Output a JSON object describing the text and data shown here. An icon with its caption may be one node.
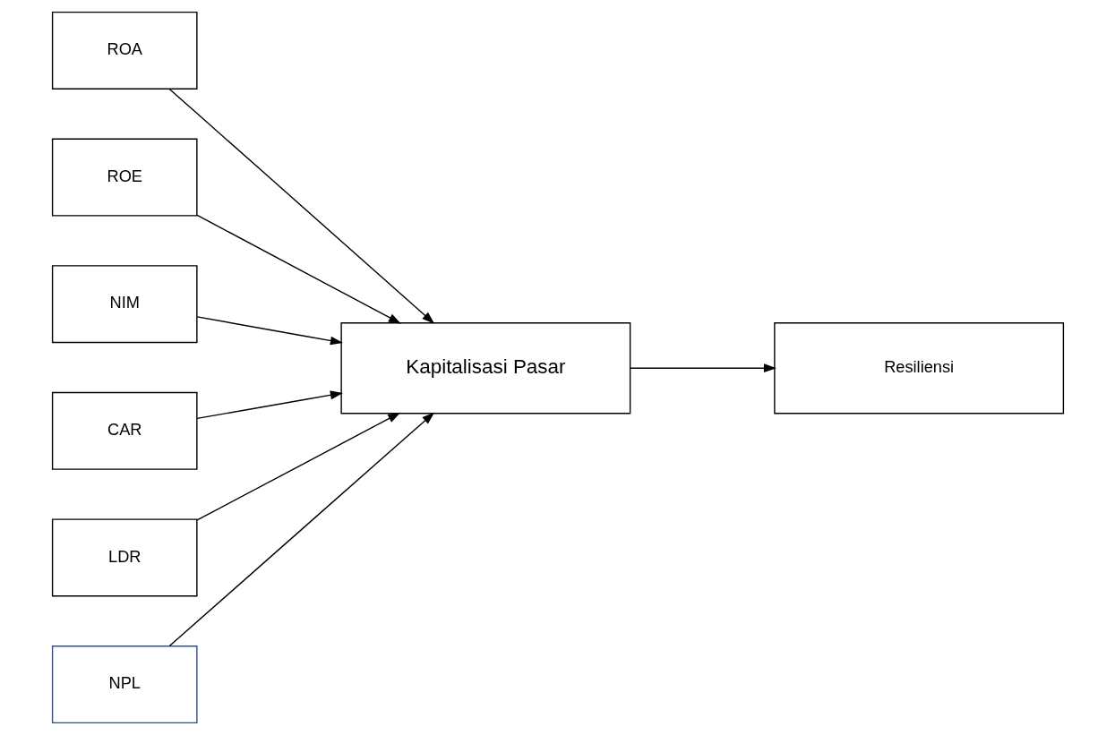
{
  "diagram": {
    "nodes": [
      {
        "text": [
          "ROA"
        ]
      },
      {
        "text": [
          "ROE"
        ]
      },
      {
        "text": [
          "NIM"
        ]
      },
      {
        "text": [
          "CAR"
        ]
      },
      {
        "text": [
          "LDR"
        ]
      },
      {
        "text": [
          "NPL"
        ]
      },
      {
        "text": [
          "Kapitalisasi Pasar"
        ]
      },
      {
        "text": [
          "Resiliensi"
        ]
      }
    ],
    "edges": [
      {
        "from": 0,
        "to": 6,
        "arrow": "to"
      },
      {
        "from": 1,
        "to": 6,
        "arrow": "to"
      },
      {
        "from": 2,
        "to": 6,
        "arrow": "to"
      },
      {
        "from": 3,
        "to": 6,
        "arrow": "to"
      },
      {
        "from": 4,
        "to": 6,
        "arrow": "to"
      },
      {
        "from": 5,
        "to": 6,
        "arrow": "to"
      },
      {
        "from": 6,
        "to": 7,
        "arrow": "to"
      }
    ]
  }
}
